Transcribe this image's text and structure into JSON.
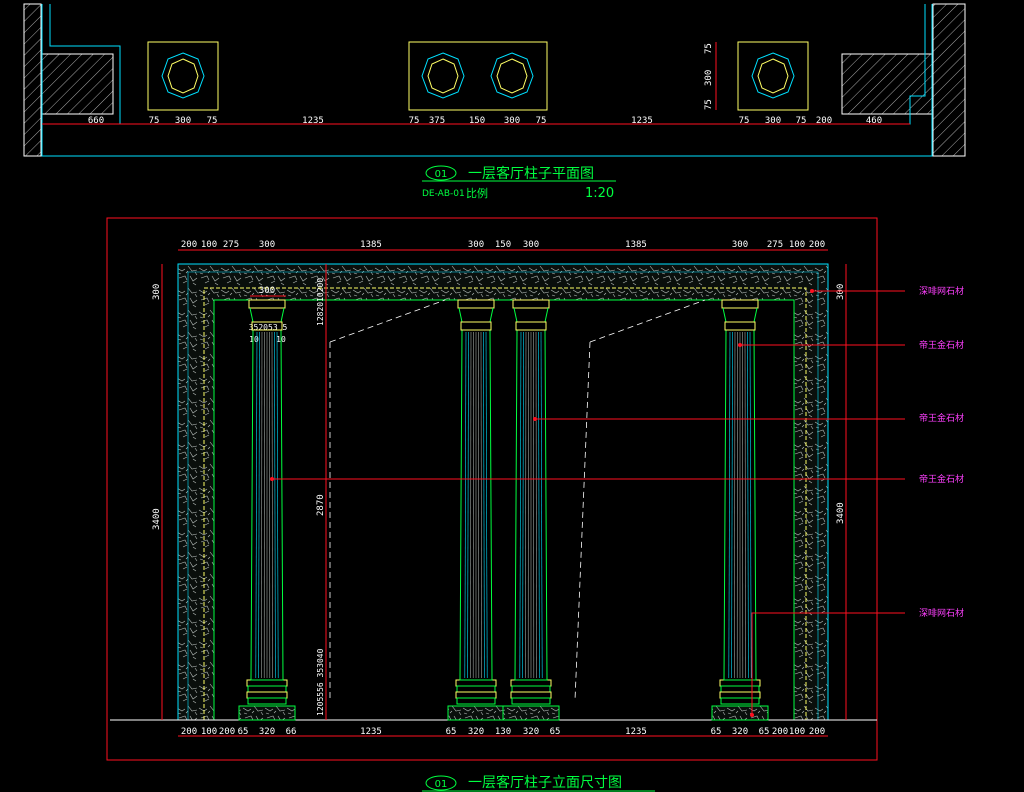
{
  "plan": {
    "title": "一层客厅柱子平面图",
    "number": "01",
    "ref": "DE-AB-01",
    "scale_label": "比例",
    "scale_value": "1:20",
    "dims": [
      "660",
      "75",
      "300",
      "75",
      "1235",
      "75",
      "375",
      "150",
      "300",
      "75",
      "1235",
      "75",
      "300",
      "75",
      "200",
      "460"
    ],
    "side_dims": [
      "75",
      "300",
      "75"
    ]
  },
  "elevation": {
    "title": "一层客厅柱子立面尺寸图",
    "number": "01",
    "top_dims": [
      "200",
      "100",
      "275",
      "300",
      "1385",
      "300",
      "150",
      "300",
      "1385",
      "300",
      "275",
      "100",
      "200"
    ],
    "bottom_dims": [
      "200",
      "100",
      "200",
      "65",
      "320",
      "66",
      "1235",
      "65",
      "320",
      "130",
      "320",
      "65",
      "1235",
      "65",
      "320",
      "65",
      "200",
      "100",
      "200"
    ],
    "left_height": "3400",
    "right_height": "3400",
    "top_band_left": "300",
    "top_band_right": "300",
    "capital_width": "300",
    "capital_detail": "352053 5",
    "capital_sub": [
      "10",
      "10"
    ],
    "cap_vertical": "1282010200",
    "shaft_height": "2870",
    "base_vertical": "1205556 353040"
  },
  "materials": [
    {
      "label": "深啡网石材"
    },
    {
      "label": "帝王金石材"
    },
    {
      "label": "帝王金石材"
    },
    {
      "label": "帝王金石材"
    },
    {
      "label": "深啡网石材"
    }
  ],
  "colors": {
    "cyan": "#00e0ff",
    "green": "#00ff40",
    "yellow": "#ffff66",
    "red": "#ff1020",
    "magenta": "#ff40ff",
    "white": "#ffffff"
  }
}
